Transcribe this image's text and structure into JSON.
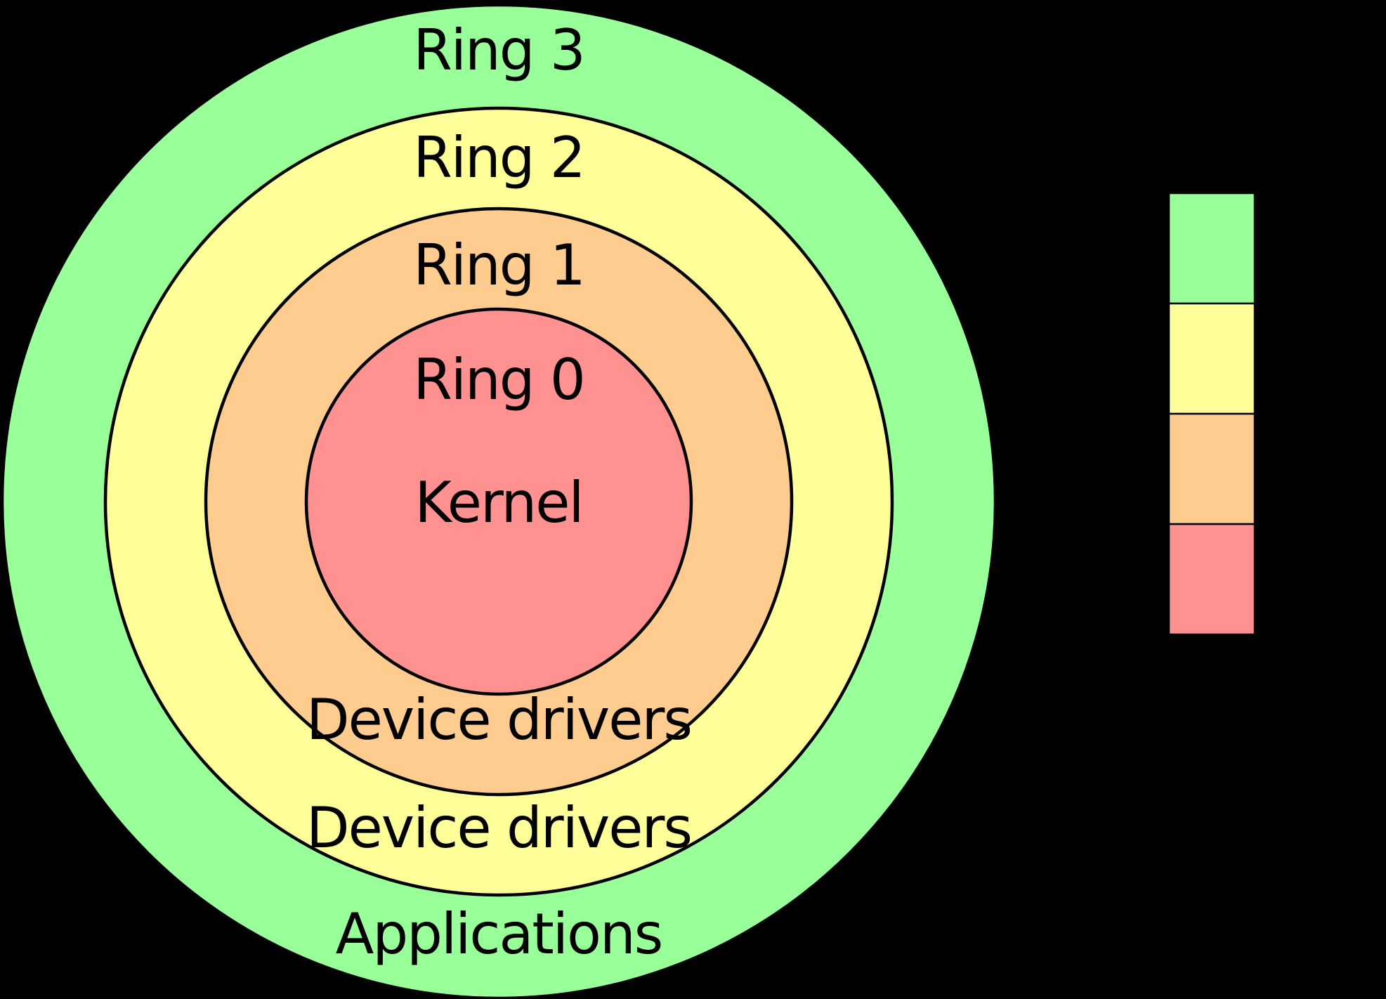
{
  "canvas": {
    "background_color": "#000000"
  },
  "rings": [
    {
      "id": "ring3",
      "ring_label": "Ring 3",
      "content_label": "Applications",
      "color": "#99FF99"
    },
    {
      "id": "ring2",
      "ring_label": "Ring 2",
      "content_label": "Device drivers",
      "color": "#FFFF99"
    },
    {
      "id": "ring1",
      "ring_label": "Ring 1",
      "content_label": "Device drivers",
      "color": "#FFCC8F"
    },
    {
      "id": "ring0",
      "ring_label": "Ring 0",
      "content_label": "Kernel",
      "color": "#FF9191"
    }
  ],
  "legend": {
    "swatches": [
      {
        "id": "ring3-swatch",
        "color": "#99FF99"
      },
      {
        "id": "ring2-swatch",
        "color": "#FFFF99"
      },
      {
        "id": "ring1-swatch",
        "color": "#FFCC8F"
      },
      {
        "id": "ring0-swatch",
        "color": "#FF9191"
      }
    ]
  }
}
